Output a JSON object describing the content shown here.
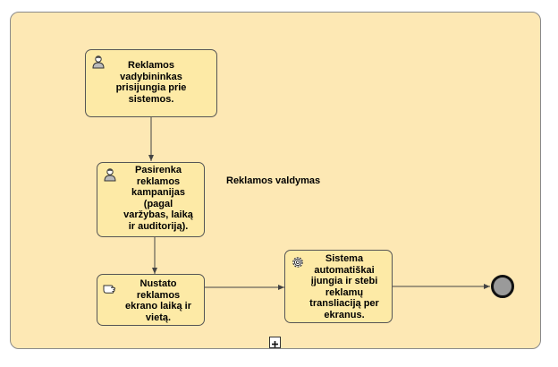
{
  "subprocess": {
    "label": "Reklamos valdymas"
  },
  "tasks": [
    {
      "type": "user",
      "icon": "user-icon",
      "text": "Reklamos\nvadybininkas\nprisijungia prie\nsistemos."
    },
    {
      "type": "user",
      "icon": "user-icon",
      "text": "Pasirenka\nreklamos\nkampanijas\n(pagal\nvaržybas, laiką\nir auditoriją)."
    },
    {
      "type": "manual",
      "icon": "hand-pointer-icon",
      "text": "Nustato\nreklamos\nekrano laiką ir\nvietą."
    },
    {
      "type": "service",
      "icon": "gear-icon",
      "text": "Sistema\nautomatiškai\nįjungia ir stebi\nreklamų\ntransliaciją per\nekranus."
    }
  ],
  "end_event": {
    "type": "end"
  },
  "marker": {
    "icon": "plus-icon"
  }
}
